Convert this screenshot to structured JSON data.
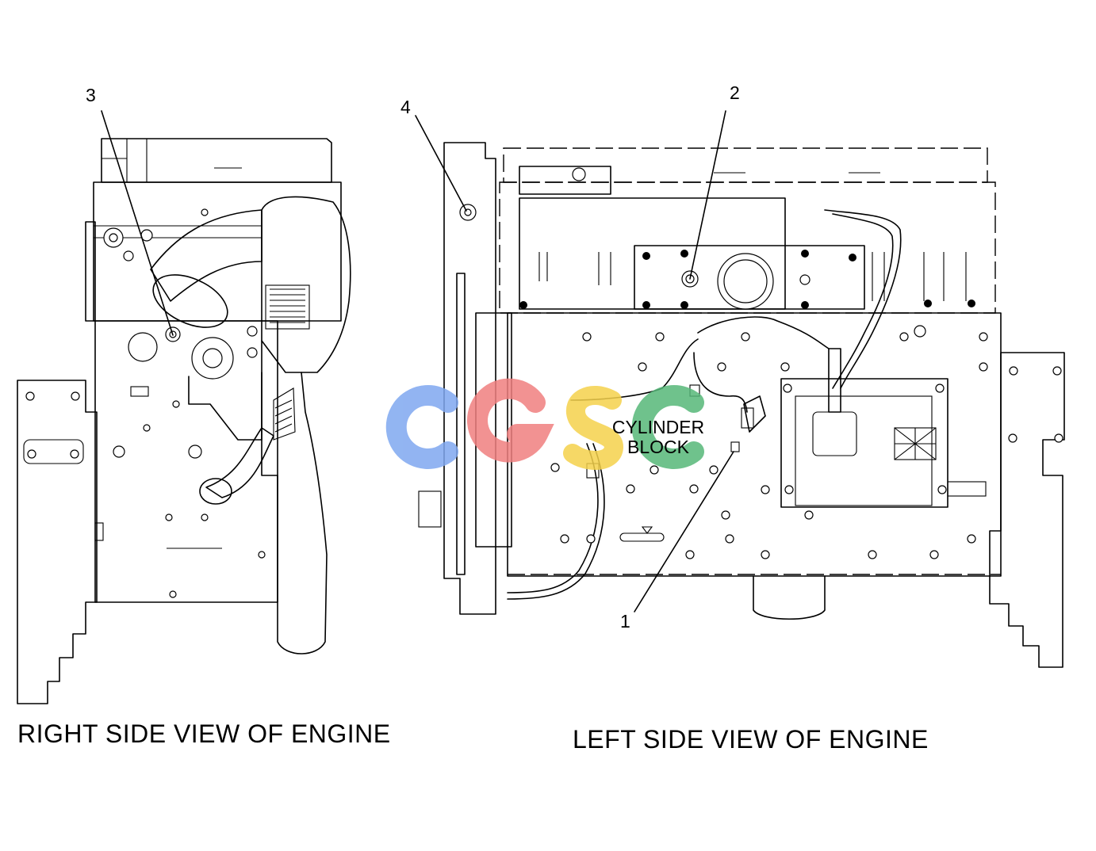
{
  "callouts": {
    "c1": "1",
    "c2": "2",
    "c3": "3",
    "c4": "4"
  },
  "label": {
    "line1": "CYLINDER",
    "line2": "BLOCK"
  },
  "captions": {
    "right": "RIGHT SIDE VIEW OF ENGINE",
    "left": "LEFT SIDE VIEW OF ENGINE"
  },
  "watermark": {
    "text": "CGSC",
    "colors": [
      "#7fa8f0",
      "#f07f7f",
      "#f5d24c",
      "#56b879"
    ]
  }
}
